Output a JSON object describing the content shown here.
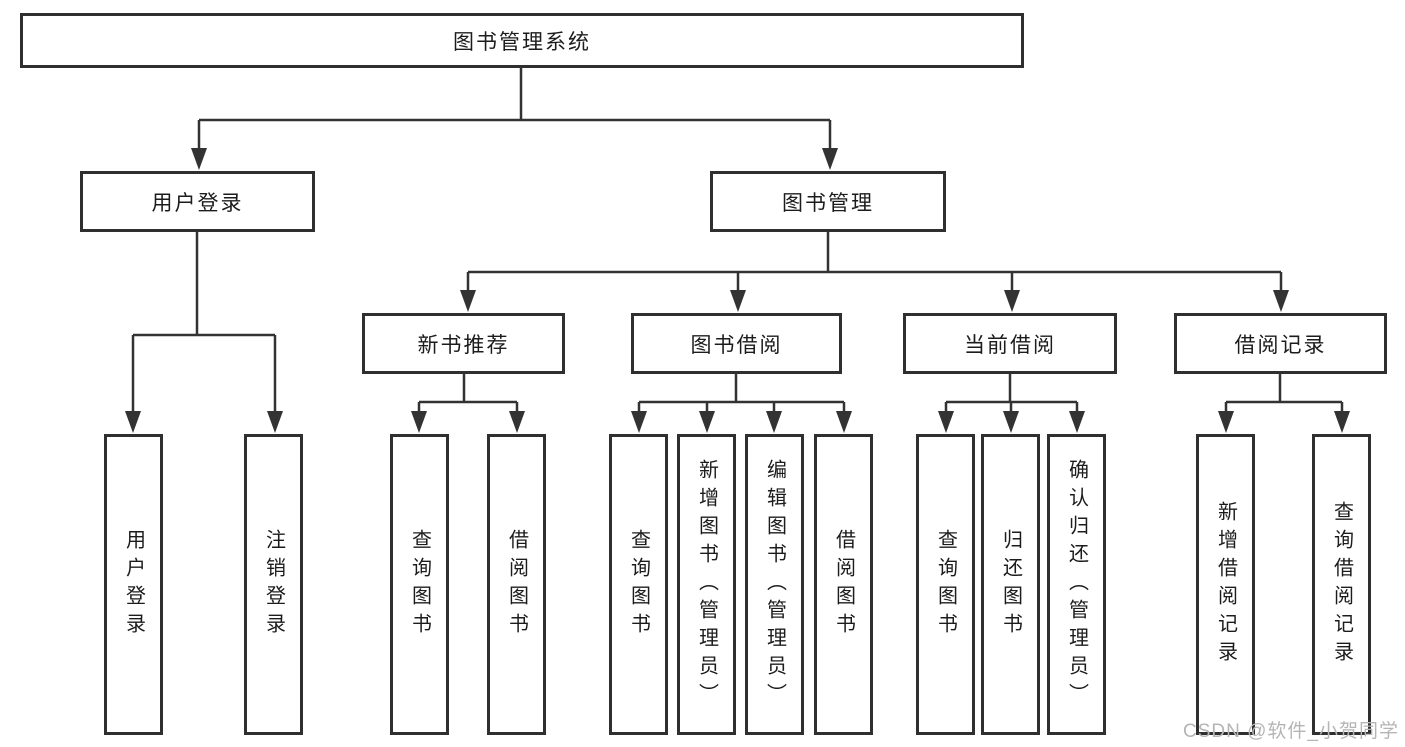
{
  "tree": {
    "label": "图书管理系统",
    "children": [
      {
        "label": "用户登录",
        "children": [
          {
            "label": "用户登录"
          },
          {
            "label": "注销登录"
          }
        ]
      },
      {
        "label": "图书管理",
        "children": [
          {
            "label": "新书推荐",
            "children": [
              {
                "label": "查询图书"
              },
              {
                "label": "借阅图书"
              }
            ]
          },
          {
            "label": "图书借阅",
            "children": [
              {
                "label": "查询图书"
              },
              {
                "label": "新增图书（管理员）"
              },
              {
                "label": "编辑图书（管理员）"
              },
              {
                "label": "借阅图书"
              }
            ]
          },
          {
            "label": "当前借阅",
            "children": [
              {
                "label": "查询图书"
              },
              {
                "label": "归还图书"
              },
              {
                "label": "确认归还（管理员）"
              }
            ]
          },
          {
            "label": "借阅记录",
            "children": [
              {
                "label": "新增借阅记录"
              },
              {
                "label": "查询借阅记录"
              }
            ]
          }
        ]
      }
    ]
  },
  "watermark": "CSDN @软件_小贺同学",
  "colors": {
    "line": "#333333",
    "box_border": "#2f2f2f",
    "text": "#1c1c1c",
    "background": "#ffffff",
    "watermark": "#b5b5b5"
  }
}
